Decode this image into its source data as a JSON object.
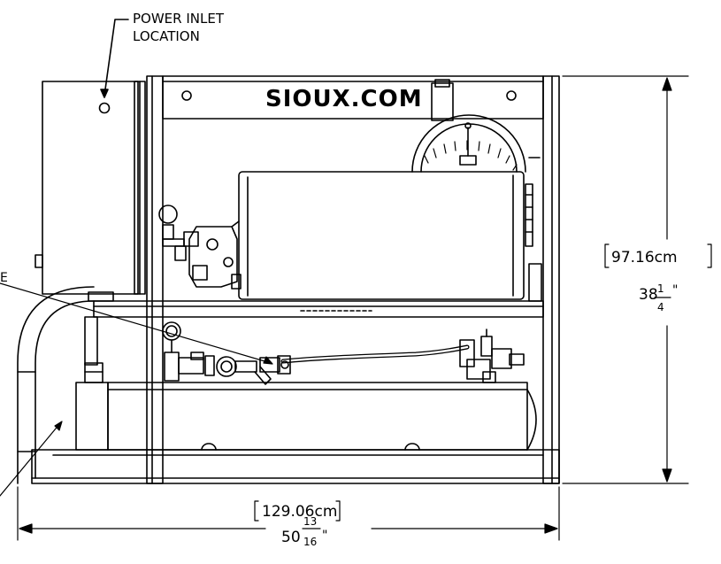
{
  "annotations": {
    "power_inlet_line1": "POWER INLET",
    "power_inlet_line2": "LOCATION",
    "cut_label": "E"
  },
  "brand": {
    "text": "SIOUX.COM"
  },
  "dimensions": {
    "height_metric": "97.16cm",
    "height_whole": "38",
    "height_num": "1",
    "height_den": "4",
    "height_unit": "\"",
    "width_metric": "129.06cm",
    "width_whole": "50",
    "width_num": "13",
    "width_den": "16",
    "width_unit": "\""
  },
  "colors": {
    "line": "#000000",
    "background": "#ffffff"
  }
}
